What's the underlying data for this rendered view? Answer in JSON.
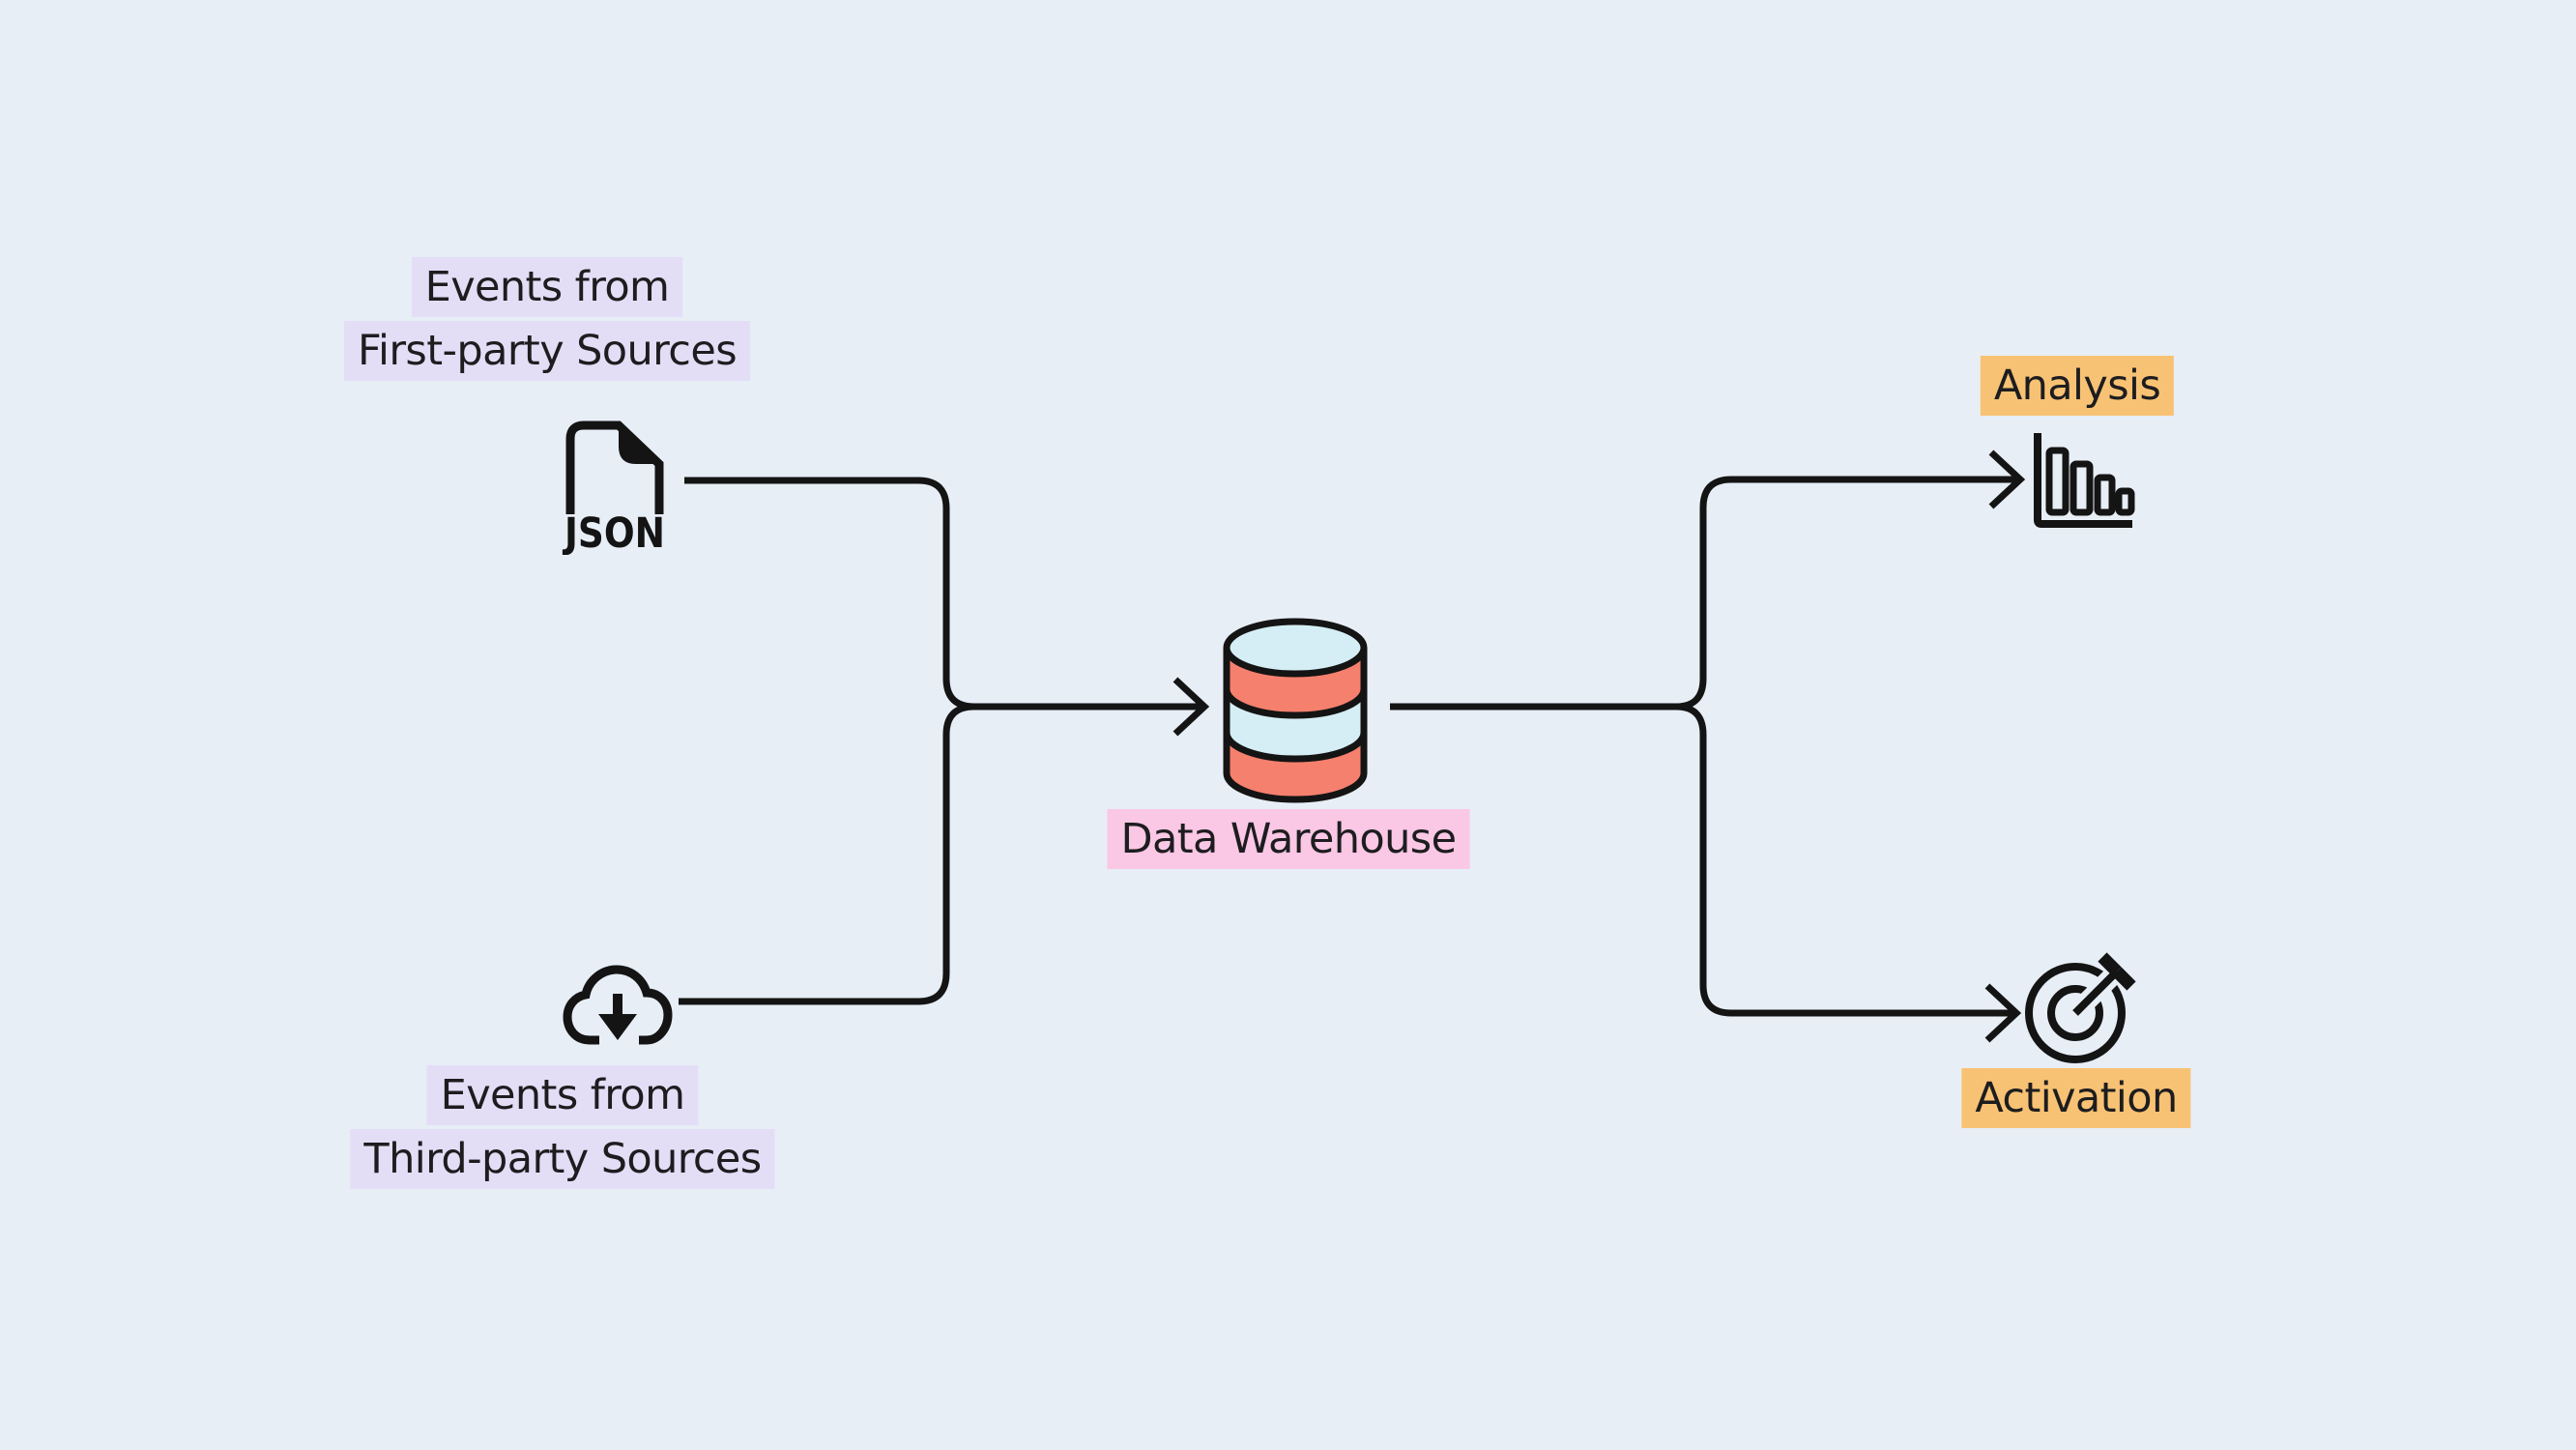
{
  "colors": {
    "bg": "#e7eef6",
    "ink": "#141414",
    "text": "#1d1d1f",
    "lavender": "#e4ddf6",
    "pink": "#fac7e5",
    "orange": "#f8c274",
    "salmon": "#f6806e",
    "cyan": "#d5eef5"
  },
  "nodes": {
    "first_party": {
      "label_line1": "Events from",
      "label_line2": "First-party Sources",
      "icon": "json-file-icon",
      "file_type_label": "JSON",
      "highlight": "#e4ddf6"
    },
    "third_party": {
      "label_line1": "Events from",
      "label_line2": "Third-party Sources",
      "icon": "cloud-download-icon",
      "highlight": "#e4ddf6"
    },
    "warehouse": {
      "label": "Data Warehouse",
      "icon": "database-icon",
      "highlight": "#fac7e5"
    },
    "analysis": {
      "label": "Analysis",
      "icon": "bar-chart-icon",
      "highlight": "#f8c274"
    },
    "activation": {
      "label": "Activation",
      "icon": "target-icon",
      "highlight": "#f8c274"
    }
  },
  "edges": [
    {
      "from": "first_party",
      "to": "warehouse"
    },
    {
      "from": "third_party",
      "to": "warehouse"
    },
    {
      "from": "warehouse",
      "to": "analysis"
    },
    {
      "from": "warehouse",
      "to": "activation"
    }
  ]
}
